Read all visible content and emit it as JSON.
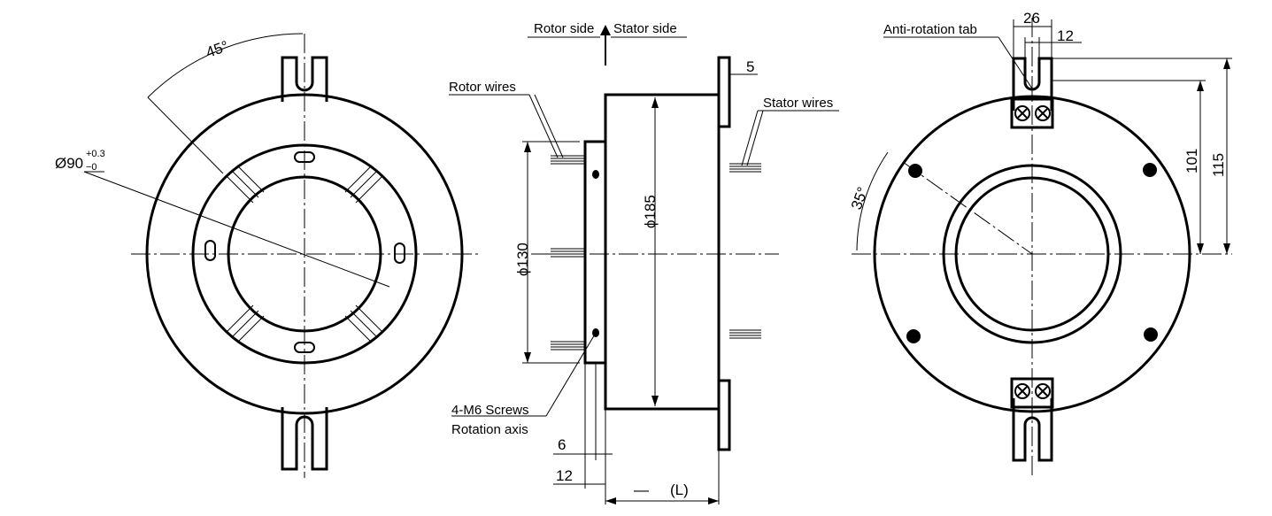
{
  "front_view": {
    "angle_label": "45°",
    "bore_label": "Ø90",
    "tolerance_upper": "+0.3",
    "tolerance_lower": "−0"
  },
  "side_view": {
    "rotor_side": "Rotor side",
    "stator_side": "Stator side",
    "rotor_wires": "Rotor wires",
    "stator_wires": "Stator wires",
    "flange_thickness": "5",
    "body_diameter": "ϕ185",
    "rotor_diameter": "ϕ130",
    "screws_label": "4-M6 Screws",
    "axis_label": "Rotation axis",
    "dim_6": "6",
    "dim_12": "12",
    "length_label": "(L)",
    "length_prefix": "—"
  },
  "back_view": {
    "tab_label": "Anti-rotation tab",
    "tab_width": "26",
    "slot_width": "12",
    "dim_101": "101",
    "dim_115": "115",
    "angle_label": "35°"
  }
}
